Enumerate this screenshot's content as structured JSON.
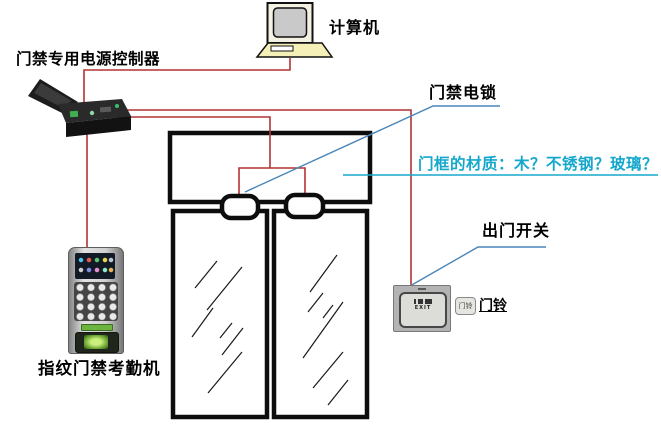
{
  "labels": {
    "power_controller": "门禁专用电源控制器",
    "computer": "计算机",
    "electric_lock": "门禁电锁",
    "frame_material": "门框的材质：木？不锈钢？玻璃？",
    "exit_switch": "出门开关",
    "doorbell": "门铃",
    "fingerprint_reader": "指纹门禁考勤机"
  },
  "devices": {
    "exit_switch_text": "EXIT",
    "doorbell_icon_text": "门铃"
  },
  "colors": {
    "wire": "#b23434",
    "leader": "#4a86b8",
    "highlight": "#16a8cc",
    "outline": "#0d0d0d",
    "glass": "#1a1a1a"
  }
}
